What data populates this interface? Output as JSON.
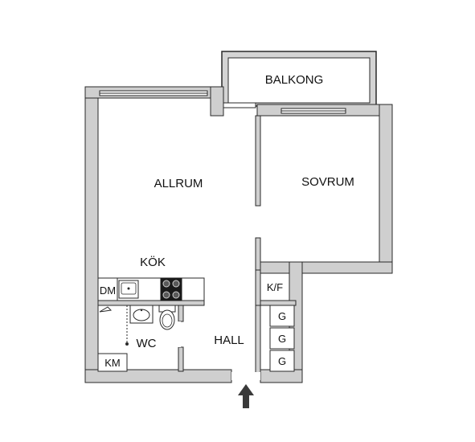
{
  "rooms": {
    "balkong": "BALKONG",
    "allrum": "ALLRUM",
    "sovrum": "SOVRUM",
    "kok": "KÖK",
    "wc": "WC",
    "hall": "HALL"
  },
  "fixtures": {
    "dm": "DM",
    "kf": "K/F",
    "g1": "G",
    "g2": "G",
    "g3": "G",
    "km": "KM"
  },
  "colors": {
    "wall": "#cfcfcf",
    "wall_stroke": "#2a2a2a",
    "floor": "#ffffff",
    "text": "#111111",
    "arrow": "#3a3a3a"
  },
  "icons": {
    "entrance": "arrow-up-icon",
    "stove": "stove-icon",
    "sink": "sink-icon",
    "toilet": "toilet-icon",
    "washbasin": "washbasin-icon",
    "shower": "shower-icon"
  }
}
